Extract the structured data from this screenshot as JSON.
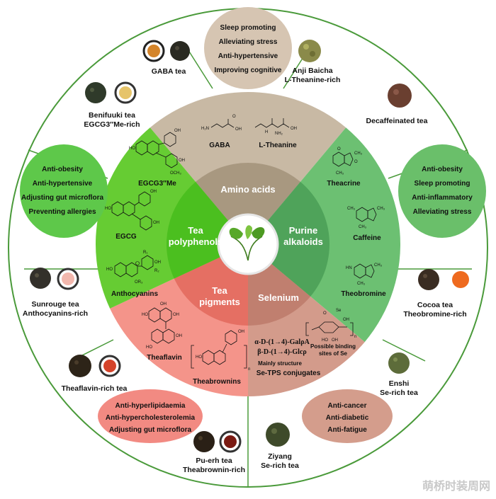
{
  "center_groups": {
    "polyphenols": "Tea polyphenols",
    "amino_acids": "Amino acids",
    "purine": "Purine alkaloids",
    "pigments": "Tea pigments",
    "selenium": "Selenium"
  },
  "compounds": {
    "gaba": "GABA",
    "theanine": "L-Theanine",
    "egcg3me": "EGCG3′′Me",
    "egcg": "EGCG",
    "anthocyanins": "Anthocyanins",
    "theacrine": "Theacrine",
    "caffeine": "Caffeine",
    "theobromine": "Theobromine",
    "theaflavin": "Theaflavin",
    "theabrownins": "Theabrownins",
    "se_line1": "α-D-(1→4)-GalρA",
    "se_line2": "β-D-(1→4)-Glcρ",
    "se_mainly": "Mainly structure",
    "se_tps": "Se-TPS conjugates",
    "se_binding1": "Possible binding",
    "se_binding2": "sites of Se"
  },
  "teas": {
    "gaba_tea": "GABA tea",
    "anji_1": "Anji Baicha",
    "anji_2": "L-Theanine-rich",
    "benifuuki_1": "Benifuuki tea",
    "benifuuki_2": "EGCG3′′Me-rich",
    "decaf": "Decaffeinated tea",
    "sunrouge_1": "Sunrouge tea",
    "sunrouge_2": "Anthocyanins-rich",
    "cocoa_1": "Cocoa tea",
    "cocoa_2": "Theobromine-rich",
    "theaflavin_tea": "Theaflavin-rich tea",
    "enshi_1": "Enshi",
    "enshi_2": "Se-rich tea",
    "puerh_1": "Pu-erh tea",
    "puerh_2": "Theabrownin-rich",
    "ziyang_1": "Ziyang",
    "ziyang_2": "Se-rich tea"
  },
  "benefits": {
    "top": [
      "Sleep promoting",
      "Alleviating stress",
      "Anti-hypertensive",
      "Improving cognitive"
    ],
    "left": [
      "Anti-obesity",
      "Anti-hypertensive",
      "Adjusting gut microflora",
      "Preventing allergies"
    ],
    "right": [
      "Anti-obesity",
      "Sleep promoting",
      "Anti-inflammatory",
      "Alleviating stress"
    ],
    "bottom_left": [
      "Anti-hyperlipidaemia",
      "Anti-hypercholesterolemia",
      "Adjusting gut microflora"
    ],
    "bottom_right": [
      "Anti-cancer",
      "Anti-diabetic",
      "Anti-fatigue"
    ]
  },
  "watermark": "萌桥时装周网",
  "colors": {
    "ring_outline": "#4a9a3a",
    "polyphenols": "#66cc33",
    "polyphenols_inner": "#4bbf1f",
    "amino": "#c8b9a4",
    "amino_inner": "#a89880",
    "purine": "#6cc072",
    "purine_inner": "#4fa35a",
    "pigments": "#f4948a",
    "pigments_inner": "#e56f63",
    "selenium": "#d39b8b",
    "selenium_inner": "#c07f6f",
    "bubble_top": "#d6c5b2",
    "bubble_green": "#5ec84a",
    "bubble_right": "#6abf6a",
    "bubble_bl": "#f28a82",
    "bubble_br": "#d49d8c"
  }
}
